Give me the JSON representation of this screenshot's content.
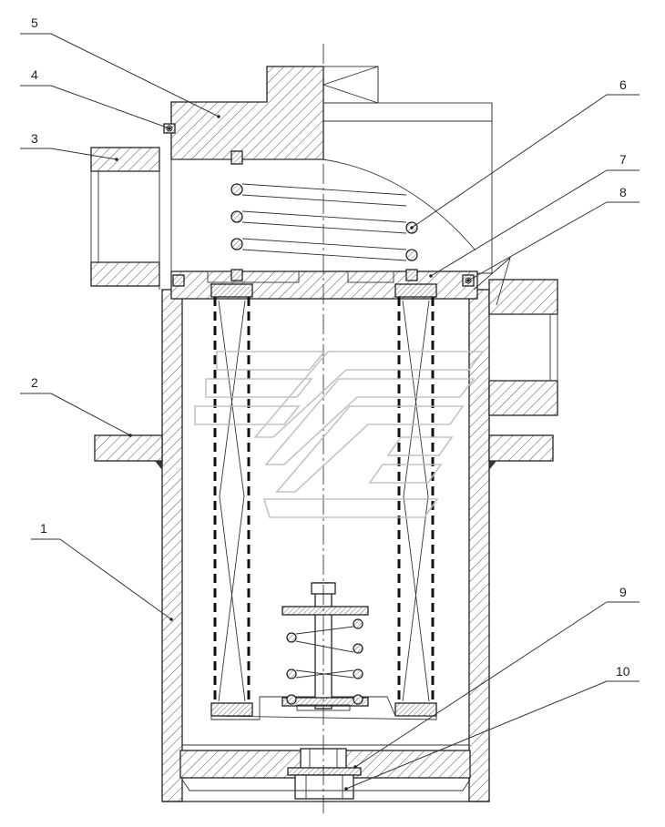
{
  "drawing": {
    "type": "cross-section assembly drawing",
    "callouts": [
      {
        "id": "1",
        "label": "1"
      },
      {
        "id": "2",
        "label": "2"
      },
      {
        "id": "3",
        "label": "3"
      },
      {
        "id": "4",
        "label": "4"
      },
      {
        "id": "5",
        "label": "5"
      },
      {
        "id": "6",
        "label": "6"
      },
      {
        "id": "7",
        "label": "7"
      },
      {
        "id": "8",
        "label": "8"
      },
      {
        "id": "9",
        "label": "9"
      },
      {
        "id": "10",
        "label": "10"
      }
    ]
  },
  "colors": {
    "line": "#222222",
    "hatch": "#555555",
    "watermark": "#bdbdbd",
    "background": "#ffffff"
  }
}
